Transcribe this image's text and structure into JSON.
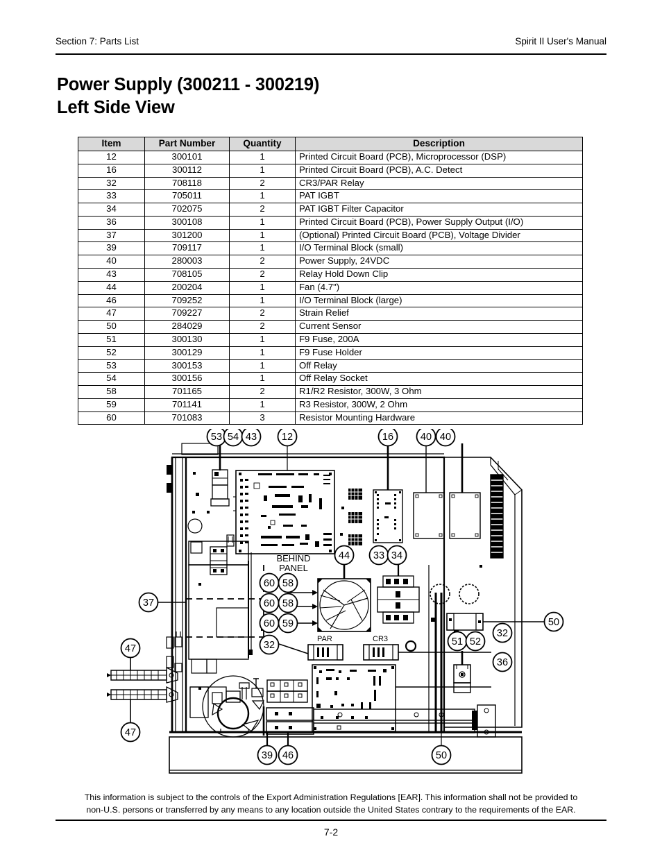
{
  "header": {
    "section": "Section 7: Parts List",
    "manual": "Spirit II User's Manual"
  },
  "title": {
    "line1": "Power Supply (300211 - 300219)",
    "line2": "Left Side View"
  },
  "table": {
    "columns": [
      "Item",
      "Part Number",
      "Quantity",
      "Description"
    ],
    "rows": [
      {
        "item": "12",
        "part": "300101",
        "qty": "1",
        "desc": "Printed Circuit Board (PCB), Microprocessor (DSP)"
      },
      {
        "item": "16",
        "part": "300112",
        "qty": "1",
        "desc": "Printed Circuit Board (PCB), A.C. Detect"
      },
      {
        "item": "32",
        "part": "708118",
        "qty": "2",
        "desc": "CR3/PAR Relay"
      },
      {
        "item": "33",
        "part": "705011",
        "qty": "1",
        "desc": "PAT IGBT"
      },
      {
        "item": "34",
        "part": "702075",
        "qty": "2",
        "desc": "PAT IGBT Filter Capacitor"
      },
      {
        "item": "36",
        "part": "300108",
        "qty": "1",
        "desc": "Printed Circuit Board (PCB), Power Supply Output (I/O)"
      },
      {
        "item": "37",
        "part": "301200",
        "qty": "1",
        "desc": "(Optional) Printed Circuit Board (PCB), Voltage Divider"
      },
      {
        "item": "39",
        "part": "709117",
        "qty": "1",
        "desc": "I/O Terminal Block (small)"
      },
      {
        "item": "40",
        "part": "280003",
        "qty": "2",
        "desc": "Power Supply, 24VDC"
      },
      {
        "item": "43",
        "part": "708105",
        "qty": "2",
        "desc": "Relay Hold Down Clip"
      },
      {
        "item": "44",
        "part": "200204",
        "qty": "1",
        "desc": "Fan (4.7\")"
      },
      {
        "item": "46",
        "part": "709252",
        "qty": "1",
        "desc": "I/O Terminal Block (large)"
      },
      {
        "item": "47",
        "part": "709227",
        "qty": "2",
        "desc": "Strain Relief"
      },
      {
        "item": "50",
        "part": "284029",
        "qty": "2",
        "desc": "Current Sensor"
      },
      {
        "item": "51",
        "part": "300130",
        "qty": "1",
        "desc": "F9 Fuse, 200A"
      },
      {
        "item": "52",
        "part": "300129",
        "qty": "1",
        "desc": "F9 Fuse Holder"
      },
      {
        "item": "53",
        "part": "300153",
        "qty": "1",
        "desc": "Off Relay"
      },
      {
        "item": "54",
        "part": "300156",
        "qty": "1",
        "desc": "Off Relay Socket"
      },
      {
        "item": "58",
        "part": "701165",
        "qty": "2",
        "desc": "R1/R2 Resistor, 300W, 3 Ohm"
      },
      {
        "item": "59",
        "part": "701141",
        "qty": "1",
        "desc": "R3 Resistor, 300W, 2 Ohm"
      },
      {
        "item": "60",
        "part": "701083",
        "qty": "3",
        "desc": "Resistor Mounting Hardware"
      }
    ]
  },
  "diagram": {
    "labels": {
      "behind": "BEHIND",
      "panel": "PANEL",
      "par": "PAR",
      "cr3": "CR3"
    },
    "callouts": {
      "top": [
        "53",
        "54",
        "43",
        "12",
        "16",
        "40",
        "40"
      ],
      "left": [
        "37",
        "47",
        "47"
      ],
      "middle": [
        "44",
        "33",
        "34",
        "60",
        "58",
        "60",
        "58",
        "60",
        "59",
        "32",
        "32"
      ],
      "right": [
        "50",
        "36",
        "51",
        "52"
      ],
      "bottom": [
        "39",
        "46",
        "50"
      ]
    },
    "c53": "53",
    "c54": "54",
    "c43": "43",
    "c12": "12",
    "c16": "16",
    "c40a": "40",
    "c40b": "40",
    "c37": "37",
    "c47a": "47",
    "c47b": "47",
    "c44": "44",
    "c33": "33",
    "c34": "34",
    "c60a": "60",
    "c58a": "58",
    "c60b": "60",
    "c58b": "58",
    "c60c": "60",
    "c59": "59",
    "c32a": "32",
    "c32b": "32",
    "c36": "36",
    "c50a": "50",
    "c50b": "50",
    "c51": "51",
    "c52": "52",
    "c39": "39",
    "c46": "46"
  },
  "footer": {
    "ear_line1": "This information is subject to the controls of the Export Administration Regulations [EAR].  This information shall not be provided to",
    "ear_line2": "non-U.S. persons or transferred by any means to any location outside the United States contrary to the requirements of the EAR.",
    "page_number": "7-2"
  }
}
